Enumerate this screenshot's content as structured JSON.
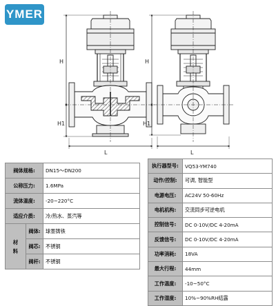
{
  "brand": {
    "logo_text": "YMER"
  },
  "drawing": {
    "left": {
      "dim_h": "H",
      "dim_h1": "H1",
      "dim_l": "L"
    },
    "right": {
      "dim_h": "H",
      "dim_h1": "H1",
      "dim_l": "L"
    }
  },
  "left_table": {
    "rows": [
      {
        "label": "阀体规格:",
        "value": "DN15～DN200"
      },
      {
        "label": "公称压力:",
        "value": "1.6MPa"
      },
      {
        "label": "流体温度:",
        "value": "-20~220°C"
      },
      {
        "label": "适应介质:",
        "value": "冷/热水、蒸汽等"
      }
    ],
    "material_label": "材料",
    "materials": [
      {
        "label": "阀体:",
        "value": "球墨铸铁"
      },
      {
        "label": "阀芯:",
        "value": "不锈钢"
      },
      {
        "label": "阀杆:",
        "value": "不锈钢"
      }
    ]
  },
  "right_table": {
    "rows": [
      {
        "label": "执行器型号:",
        "value": "VQ53-YM740"
      },
      {
        "label": "动作/控制:",
        "value": "可调, 智能型"
      },
      {
        "label": "电源电压:",
        "value": "AC24V 50-60Hz"
      },
      {
        "label": "电机机构:",
        "value": "交流同步可逆电机"
      },
      {
        "label": "控制信号:",
        "value": "DC 0-10V/DC 4-20mA"
      },
      {
        "label": "反馈信号:",
        "value": "DC 0-10V/DC 4-20mA"
      },
      {
        "label": "功率消耗:",
        "value": "18VA"
      },
      {
        "label": "最大行程:",
        "value": "44mm"
      },
      {
        "label": "工作温度:",
        "value": "-10~50°C"
      },
      {
        "label": "工作湿度:",
        "value": "10%~90%RH结露"
      }
    ]
  }
}
